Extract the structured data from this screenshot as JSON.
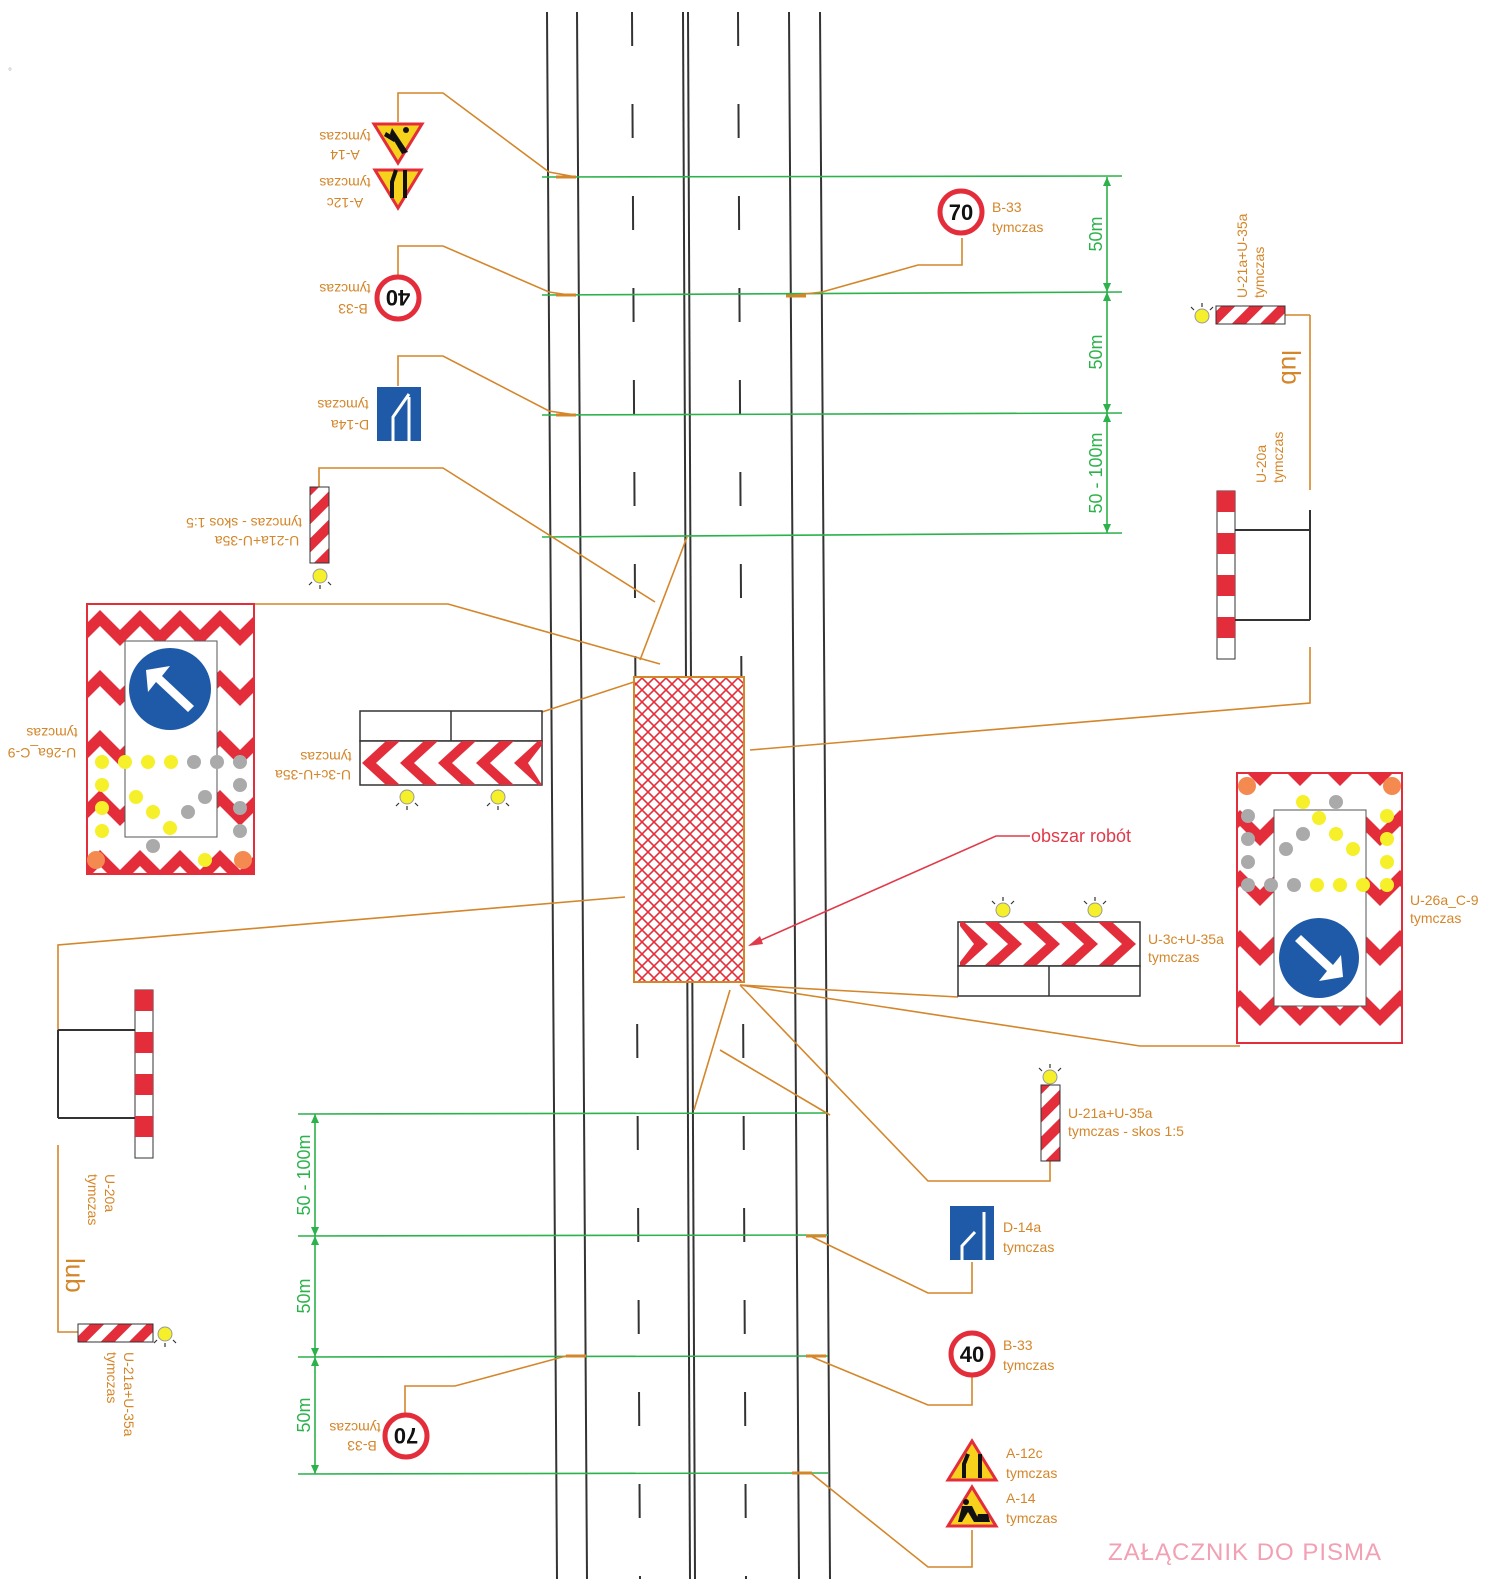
{
  "signs_top": {
    "a12c": {
      "code": "A-12c",
      "tag": "tymczas"
    },
    "a14": {
      "code": "A-14",
      "tag": "tymczas"
    },
    "b33_40": {
      "code": "B-33",
      "tag": "tymczas",
      "value": "40"
    },
    "d14a": {
      "code": "D-14a",
      "tag": "tymczas"
    },
    "u21a_skos": {
      "code": "U-21a+U-35a",
      "tag": "tymczas - skos 1:5"
    },
    "u26a": {
      "code": "U-26a_C-9",
      "tag": "tymczas"
    },
    "u3c": {
      "code": "U-3c+U-35a",
      "tag": "tymczas"
    },
    "b33_70": {
      "code": "B-33",
      "tag": "tymczas",
      "value": "70"
    },
    "u21a": {
      "code": "U-21a+U-35a",
      "tag": "tymczas"
    },
    "u20a": {
      "code": "U-20a",
      "tag": "tymczas"
    }
  },
  "signs_bottom": {
    "u3c": {
      "code": "U-3c+U-35a",
      "tag": "tymczas"
    },
    "u26a": {
      "code": "U-26a_C-9",
      "tag": "tymczas"
    },
    "u21a_skos": {
      "code": "U-21a+U-35a",
      "tag": "tymczas - skos 1:5"
    },
    "d14a": {
      "code": "D-14a",
      "tag": "tymczas"
    },
    "b33_40": {
      "code": "B-33",
      "tag": "tymczas",
      "value": "40"
    },
    "b33_70": {
      "code": "B-33",
      "tag": "tymczas",
      "value": "70"
    },
    "a12c": {
      "code": "A-12c",
      "tag": "tymczas"
    },
    "a14": {
      "code": "A-14",
      "tag": "tymczas"
    },
    "u20a": {
      "code": "U-20a",
      "tag": "tymczas"
    },
    "u21a": {
      "code": "U-21a+U-35a",
      "tag": "tymczas"
    }
  },
  "dimensions": {
    "top": [
      "50m",
      "50m",
      "50 - 100m"
    ],
    "bottom": [
      "50 - 100m",
      "50m",
      "50m"
    ]
  },
  "alternative_word": "lub",
  "work_area_label": "obszar robót",
  "stamp": "ZAŁĄCZNIK DO PISMA",
  "colors": {
    "leader": "#d4862a",
    "dimension": "#2bb24a",
    "road": "#333333",
    "sign_red": "#e32d3a",
    "sign_blue": "#1f5aa8",
    "warning_yellow": "#f7d21c",
    "lamp_yellow": "#f5f02a",
    "stamp": "#f2a0b4"
  }
}
